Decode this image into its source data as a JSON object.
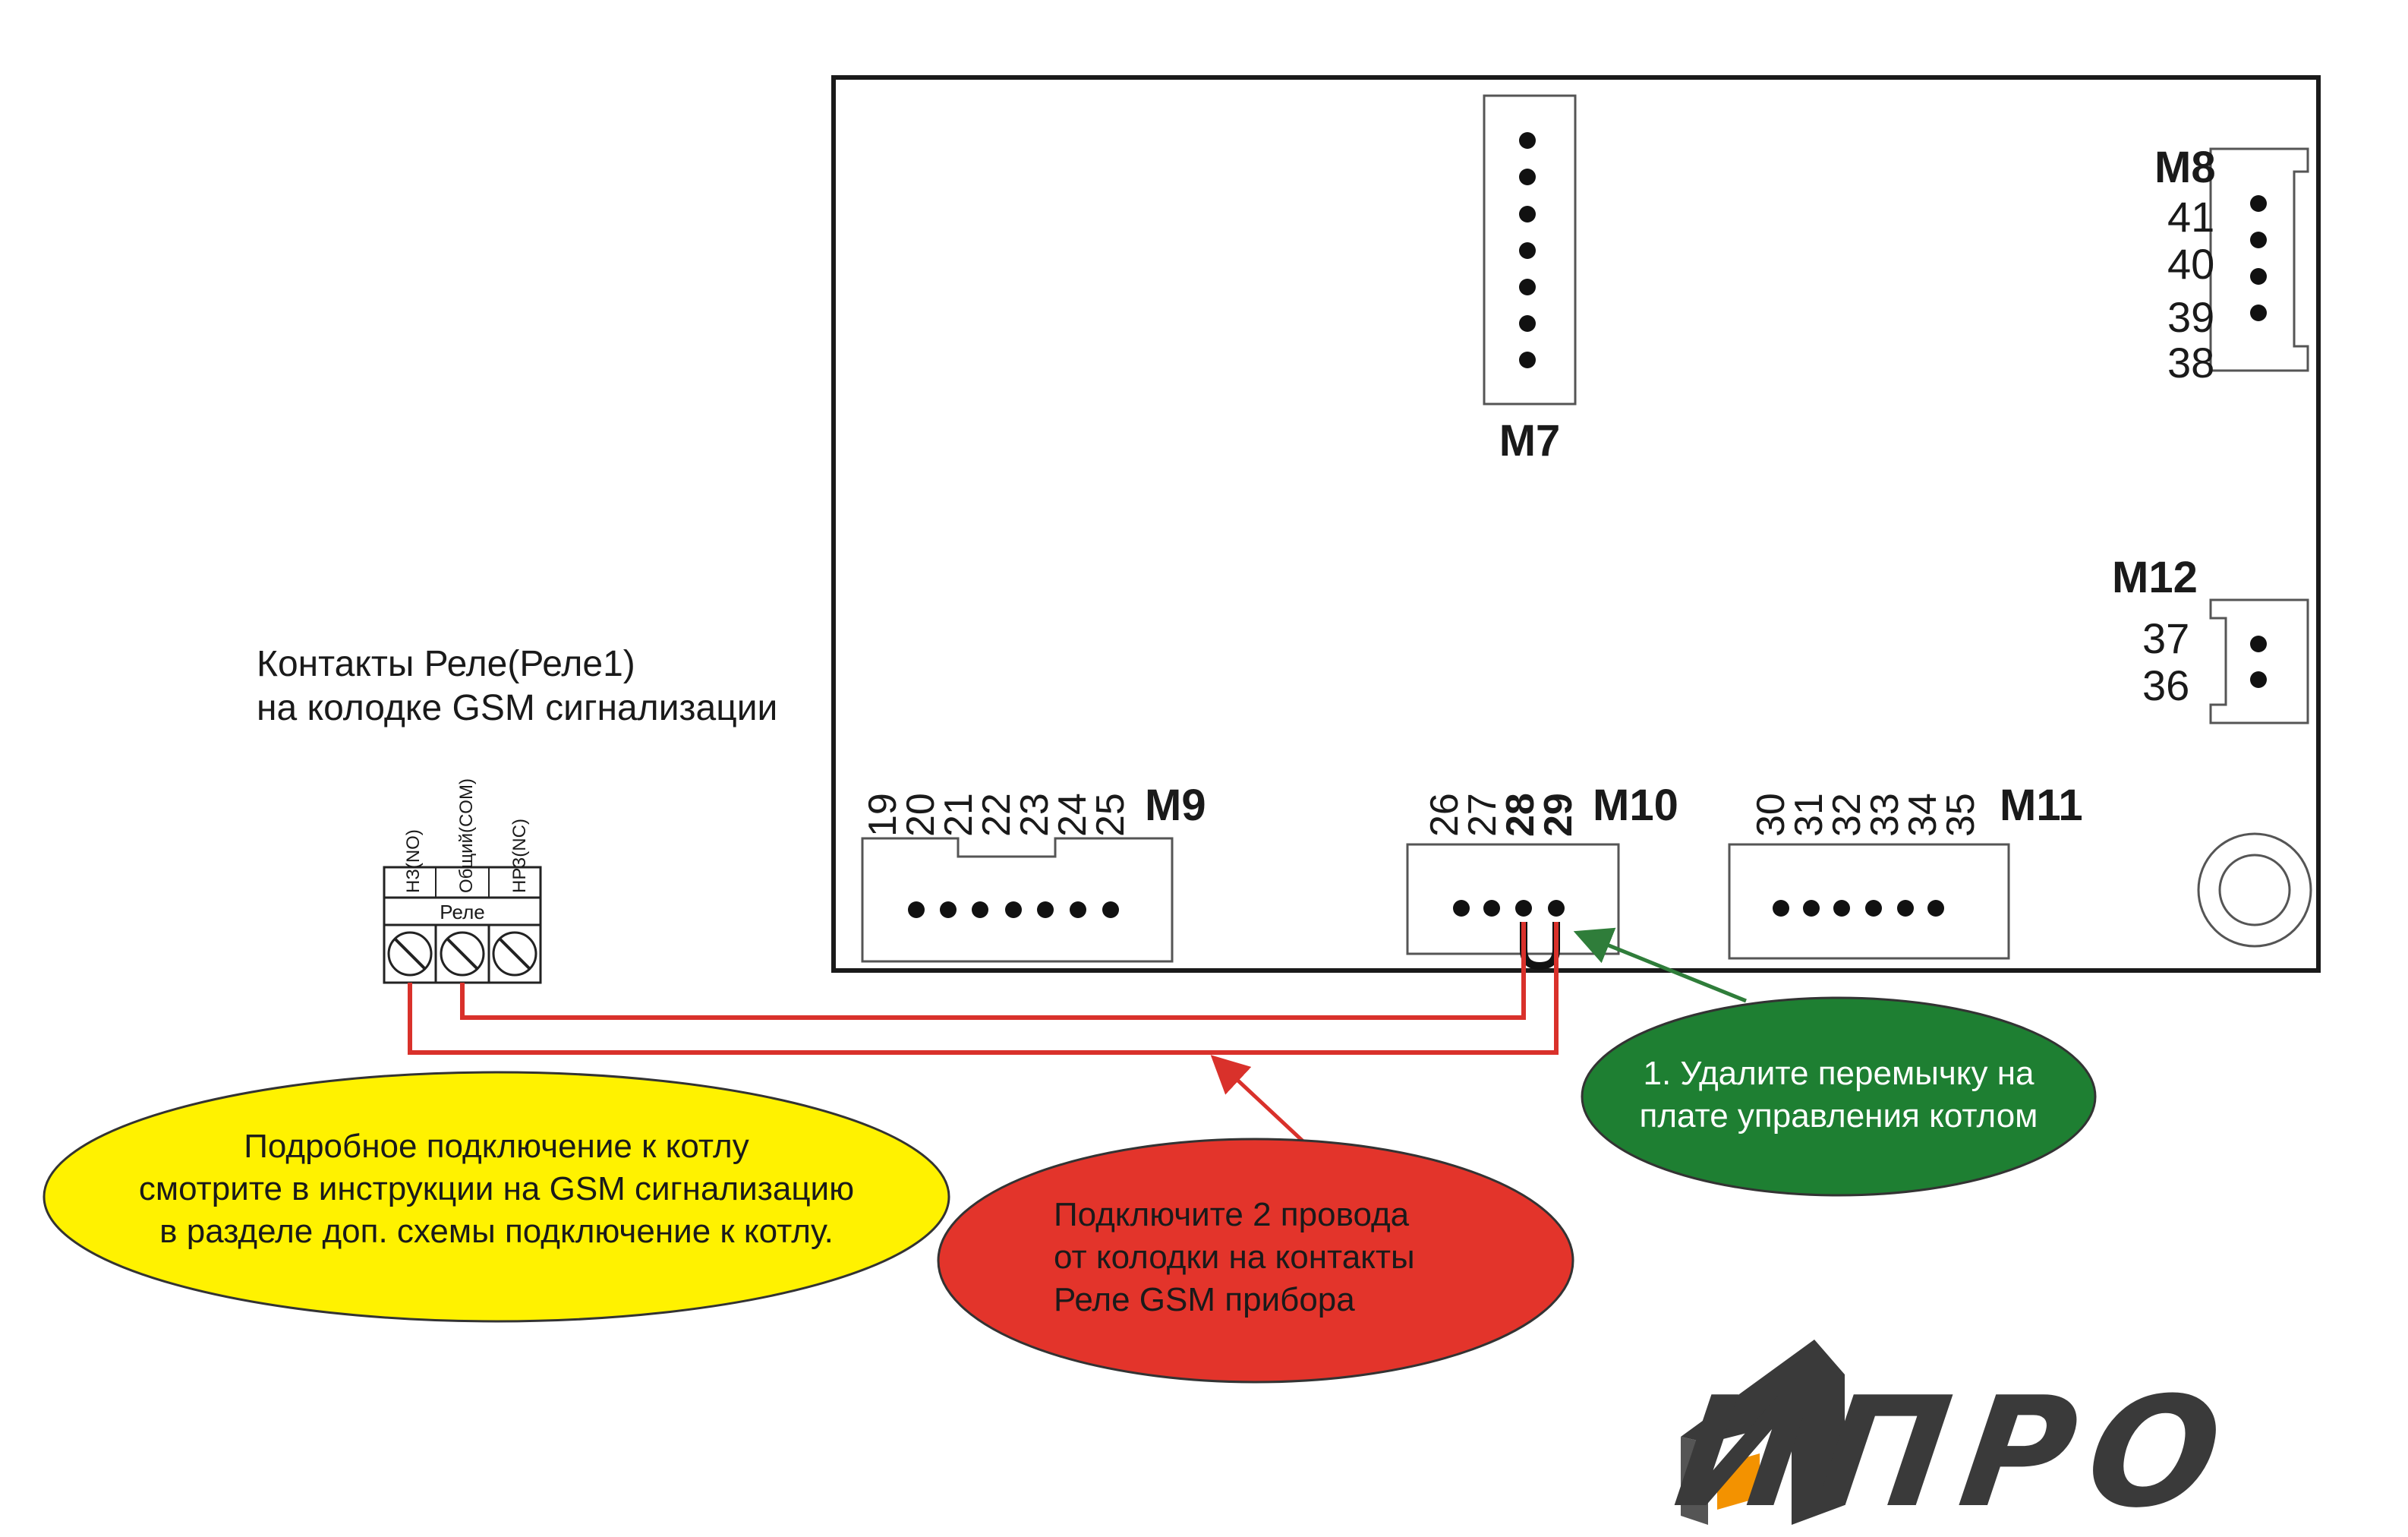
{
  "relay_block": {
    "title_line1": "Контакты Реле(Реле1)",
    "title_line2": "на колодке GSM сигнализации",
    "terminal_no": "НЗ(NO)",
    "terminal_com": "Общий(COM)",
    "terminal_nc": "НРЗ(NC)",
    "block_label": "Реле"
  },
  "board": {
    "m7": {
      "label": "M7"
    },
    "m8": {
      "label": "M8",
      "pins": [
        "41",
        "40",
        "39",
        "38"
      ]
    },
    "m12": {
      "label": "M12",
      "pins": [
        "37",
        "36"
      ]
    },
    "m9": {
      "label": "M9",
      "pins": [
        "19",
        "20",
        "21",
        "22",
        "23",
        "24",
        "25"
      ]
    },
    "m10": {
      "label": "M10",
      "pins": [
        "26",
        "27",
        "28",
        "29"
      ]
    },
    "m11": {
      "label": "M11",
      "pins": [
        "30",
        "31",
        "32",
        "33",
        "34",
        "35"
      ]
    }
  },
  "callouts": {
    "yellow": {
      "line1": "Подробное подключение к котлу",
      "line2": "смотрите в инструкции на GSM сигнализацию",
      "line3": "в разделе доп. схемы подключение к котлу."
    },
    "red": {
      "line1": "Подключите 2 провода",
      "line2": "от колодки на контакты",
      "line3": "Реле GSM прибора"
    },
    "green": {
      "line1": "1. Удалите перемычку на",
      "line2": "плате управления котлом"
    }
  },
  "colors": {
    "wire": "#d9312b",
    "yellow_ellipse": "#fff200",
    "red_ellipse": "#e3342b",
    "green_ellipse": "#1e7f32",
    "green_arrow": "#2f7d3a",
    "red_arrow": "#d9312b",
    "logo_dark": "#3a3a3a",
    "logo_orange": "#f39200"
  },
  "logo": {
    "text": "ИПРО"
  }
}
